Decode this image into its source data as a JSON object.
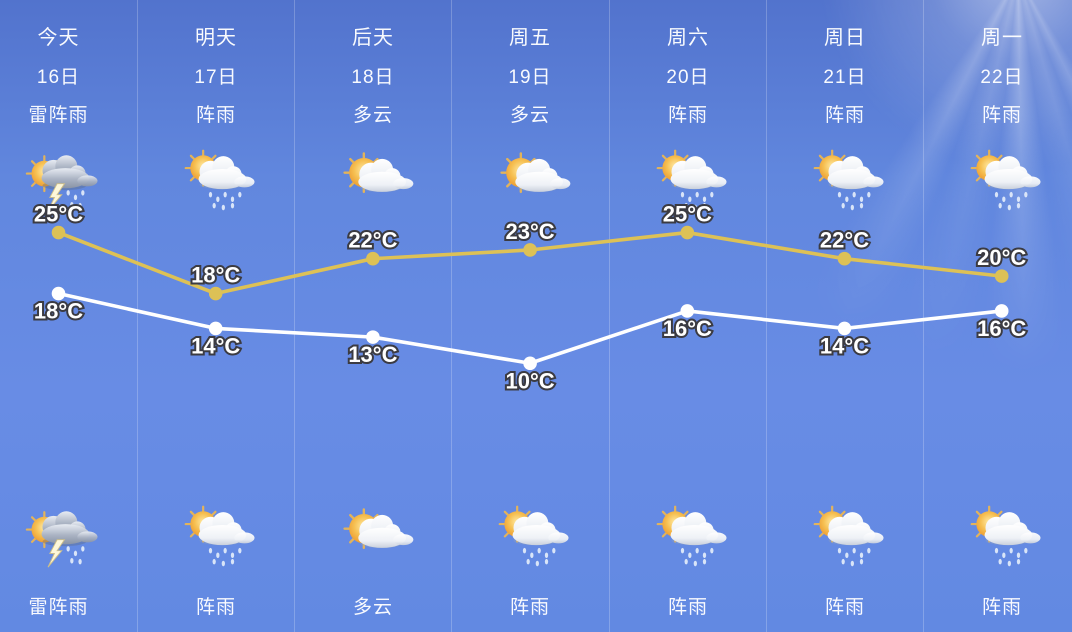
{
  "app": {
    "name": "7-day-weather-forecast"
  },
  "days": [
    {
      "day": "今天",
      "date": "16日",
      "condition": "雷阵雨",
      "icon_day": "thunder-shower",
      "high": "25°C",
      "low": "18°C",
      "icon_night": "thunder-shower",
      "condition_night": "雷阵雨"
    },
    {
      "day": "明天",
      "date": "17日",
      "condition": "阵雨",
      "icon_day": "shower",
      "high": "18°C",
      "low": "14°C",
      "icon_night": "shower",
      "condition_night": "阵雨"
    },
    {
      "day": "后天",
      "date": "18日",
      "condition": "多云",
      "icon_day": "cloudy",
      "high": "22°C",
      "low": "13°C",
      "icon_night": "cloudy",
      "condition_night": "多云"
    },
    {
      "day": "周五",
      "date": "19日",
      "condition": "多云",
      "icon_day": "cloudy",
      "high": "23°C",
      "low": "10°C",
      "icon_night": "shower",
      "condition_night": "阵雨"
    },
    {
      "day": "周六",
      "date": "20日",
      "condition": "阵雨",
      "icon_day": "shower",
      "high": "25°C",
      "low": "16°C",
      "icon_night": "shower",
      "condition_night": "阵雨"
    },
    {
      "day": "周日",
      "date": "21日",
      "condition": "阵雨",
      "icon_day": "shower",
      "high": "22°C",
      "low": "14°C",
      "icon_night": "shower",
      "condition_night": "阵雨"
    },
    {
      "day": "周一",
      "date": "22日",
      "condition": "阵雨",
      "icon_day": "shower",
      "high": "20°C",
      "low": "16°C",
      "icon_night": "shower",
      "condition_night": "阵雨"
    }
  ],
  "chart_data": {
    "type": "line",
    "categories": [
      "今天",
      "明天",
      "后天",
      "周五",
      "周六",
      "周日",
      "周一"
    ],
    "series": [
      {
        "name": "high",
        "label": "day-high-temperature",
        "color": "#ddc156",
        "values": [
          25,
          18,
          22,
          23,
          25,
          22,
          20
        ]
      },
      {
        "name": "low",
        "label": "night-low-temperature",
        "color": "#ffffff",
        "values": [
          18,
          14,
          13,
          10,
          16,
          14,
          16
        ]
      }
    ],
    "unit": "°C",
    "ylim": [
      8,
      27
    ],
    "grid": "vertical-column-dividers",
    "legend": "none"
  },
  "colors": {
    "bg_top": "#5273cd",
    "bg_mid": "#688ce5",
    "bg_bottom": "#6289e2",
    "high_line": "#ddc156",
    "low_line": "#ffffff",
    "divider": "rgba(255,255,255,0.22)",
    "temp_label_fill": "#ffffff",
    "temp_label_outline": "#3b3b42"
  }
}
